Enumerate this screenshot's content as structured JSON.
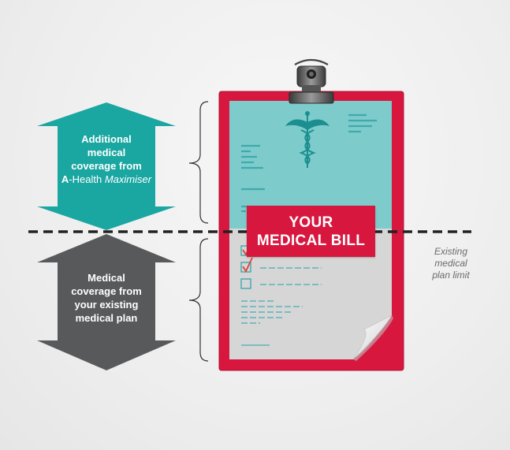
{
  "colors": {
    "teal": "#1aa6a1",
    "dark_grey": "#58595b",
    "clipboard_red": "#d8173f",
    "document_top_teal": "#7ecbcb",
    "document_bottom_grey": "#d6d6d6",
    "check_red": "#e0403a",
    "dashed_line": "#222222"
  },
  "icons": {
    "document_emblem": "caduceus-icon",
    "clip": "binder-clip-icon"
  },
  "additional_coverage": {
    "line1": "Additional",
    "line2": "medical",
    "line3": "coverage from",
    "brand_prefix": "A",
    "brand_middle": "-Health ",
    "brand_suffix": "Maximiser"
  },
  "existing_coverage": {
    "line1": "Medical",
    "line2": "coverage from",
    "line3": "your existing",
    "line4": "medical plan"
  },
  "bill": {
    "line1": "YOUR",
    "line2": "MEDICAL BILL"
  },
  "limit": {
    "line1": "Existing",
    "line2": "medical",
    "line3": "plan limit"
  }
}
